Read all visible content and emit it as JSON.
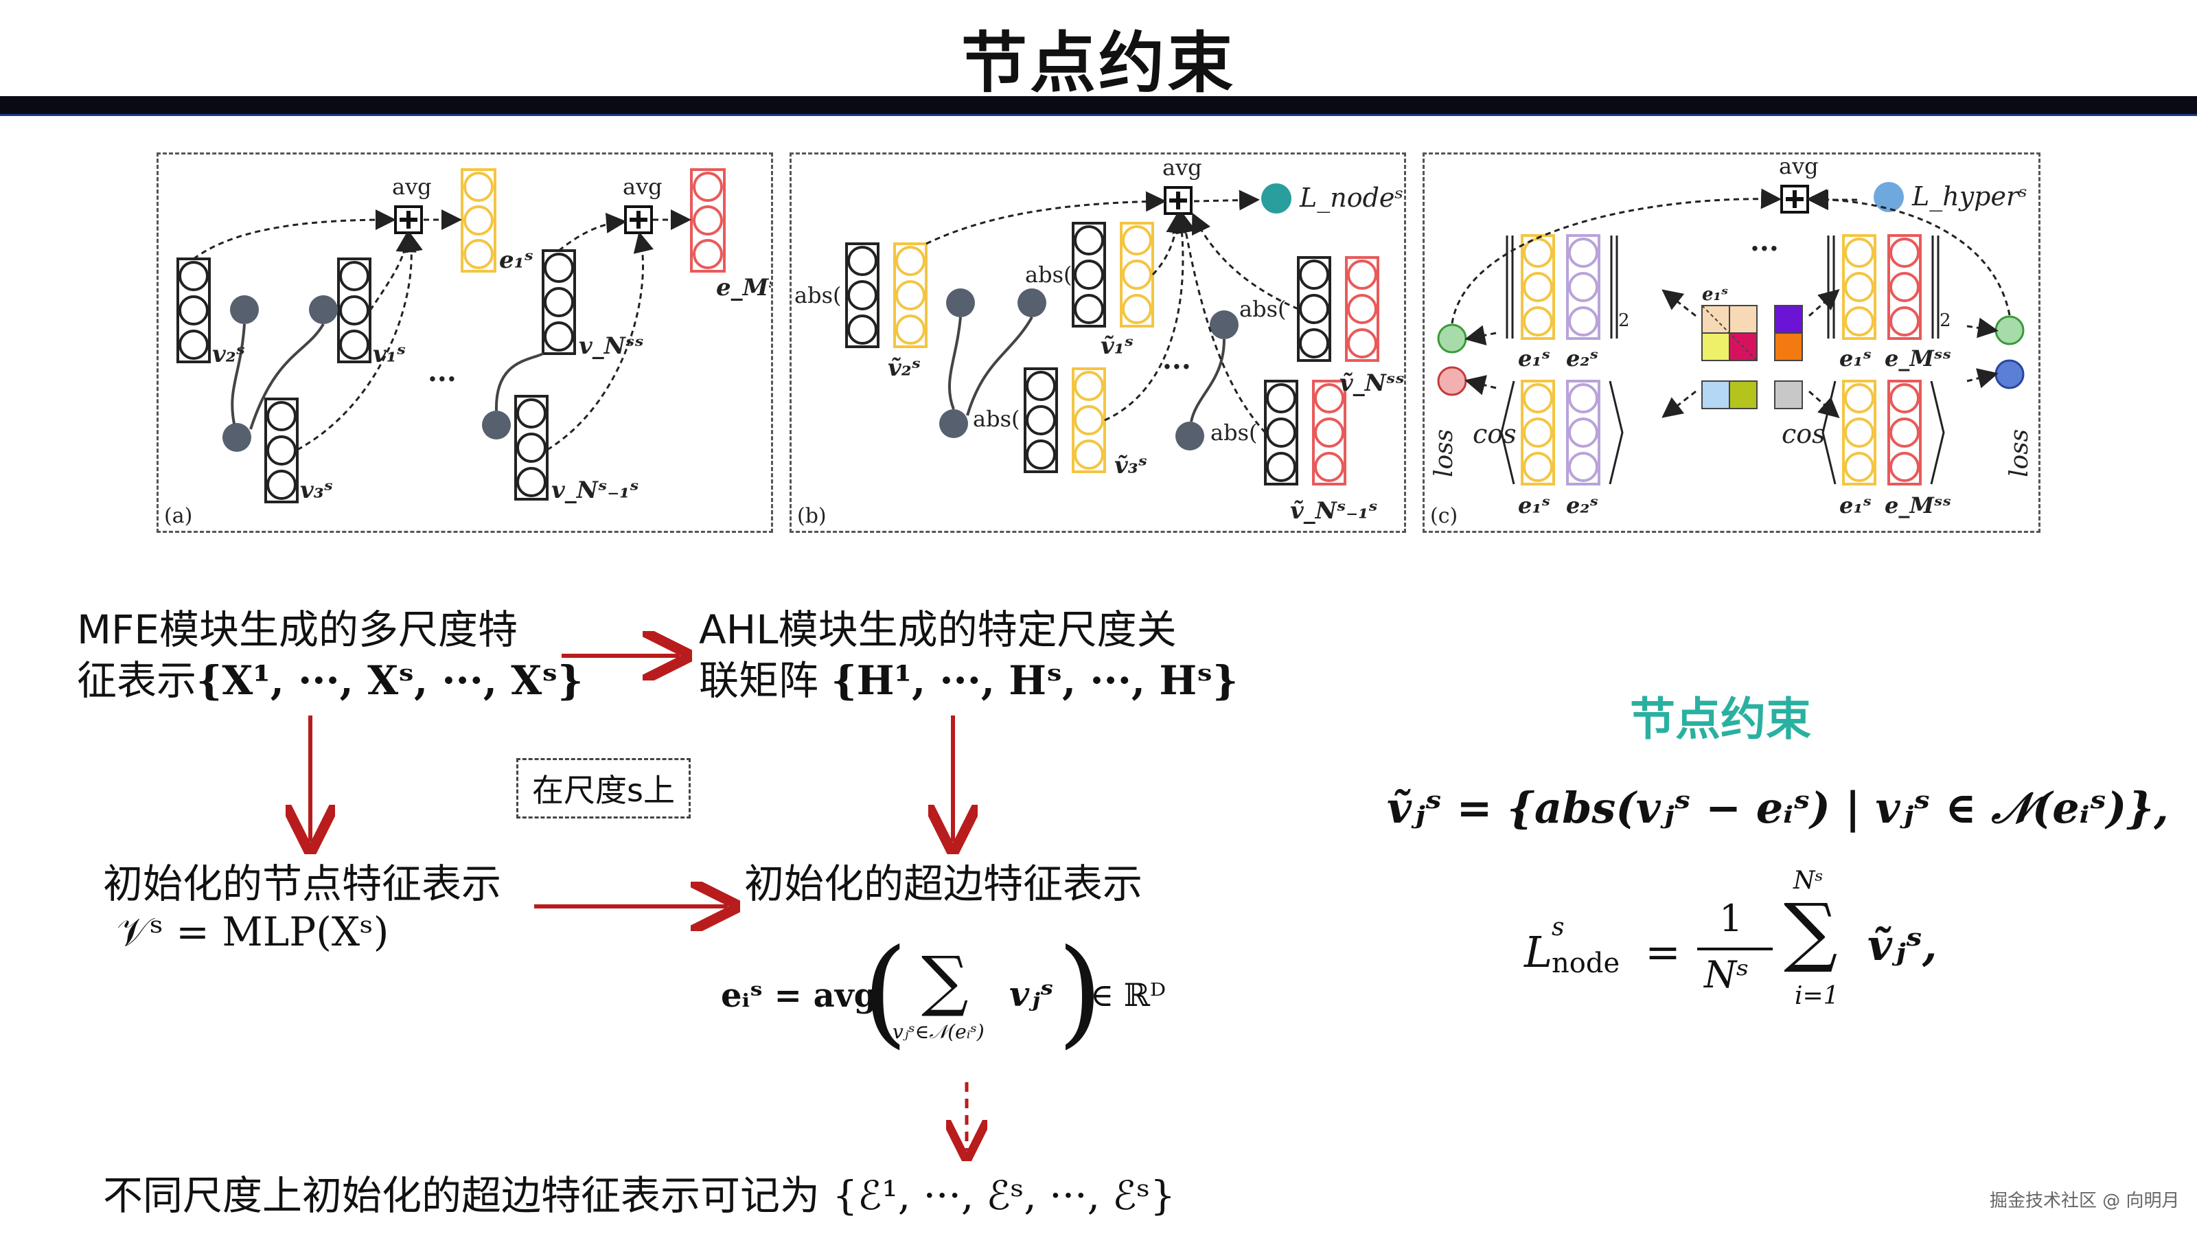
{
  "slide": {
    "title": "节点约束",
    "footer": "掘金技术社区 @ 向明月"
  },
  "figure": {
    "panel_a": {
      "letter": "(a)",
      "avg": "avg",
      "e1": "e₁ˢ",
      "eM": "e_Mˢˢ",
      "v2": "v₂ˢ",
      "v1": "v₁ˢ",
      "v3": "v₃ˢ",
      "vN": "v_Nˢˢ",
      "vN1": "v_Nˢ₋₁ˢ",
      "dots": "..."
    },
    "panel_b": {
      "letter": "(b)",
      "avg": "avg",
      "loss": "L_nodeˢ",
      "abs": "abs(",
      "v2": "ṽ₂ˢ",
      "v1": "ṽ₁ˢ",
      "v3": "ṽ₃ˢ",
      "vN": "ṽ_Nˢˢ",
      "vN1": "ṽ_Nˢ₋₁ˢ",
      "dots": "..."
    },
    "panel_c": {
      "letter": "(c)",
      "avg": "avg",
      "loss": "L_hyperˢ",
      "e1": "e₁ˢ",
      "e2": "e₂ˢ",
      "eM": "e_Mˢˢ",
      "cos": "cos",
      "loss_word": "loss",
      "norm2": "2",
      "dots": "..."
    }
  },
  "flow": {
    "mfe_line1": "MFE模块生成的多尺度特",
    "mfe_line2_text": "征表示",
    "mfe_set": "{X¹, ···, Xˢ, ···, Xˢ}",
    "ahl_line1": "AHL模块生成的特定尺度关",
    "ahl_line2_text": "联矩阵 ",
    "ahl_set": "{H¹, ···, Hˢ, ···, Hˢ}",
    "scale_note": "在尺度s上",
    "init_node": "初始化的节点特征表示",
    "init_node_formula": "𝒱ˢ = MLP(Xˢ)",
    "init_edge": "初始化的超边特征表示",
    "edge_formula_lhs": "eᵢˢ = avg",
    "edge_formula_sum_sub": "vⱼˢ∈𝒩(eᵢˢ)",
    "edge_formula_term": "vⱼˢ",
    "edge_formula_rhs": "∈ ℝᴰ",
    "bottom_text": "不同尺度上初始化的超边特征表示可记为 ",
    "bottom_set": "{ℰ¹, ···, ℰˢ, ···, ℰˢ}"
  },
  "right": {
    "heading": "节点约束",
    "formula1": "ṽⱼˢ = {abs(vⱼˢ − eᵢˢ) | vⱼˢ ∈ 𝒩(eᵢˢ)},",
    "formula2_lhs": "L",
    "formula2_sub": "node",
    "formula2_sup": "s",
    "formula2_eq": "=",
    "formula2_num": "1",
    "formula2_den": "Nˢ",
    "formula2_sum_top": "Nˢ",
    "formula2_sum_bot": "i=1",
    "formula2_term": "ṽⱼˢ,"
  },
  "colors": {
    "arrow_red": "#b91c1c",
    "teal": "#2ab0a0",
    "yellow_node": "#f4c542",
    "red_node": "#e85a5a",
    "lavender_node": "#b9a3d9",
    "teal_circle": "#2a9d9d",
    "blue_circle": "#6fa8dc"
  }
}
